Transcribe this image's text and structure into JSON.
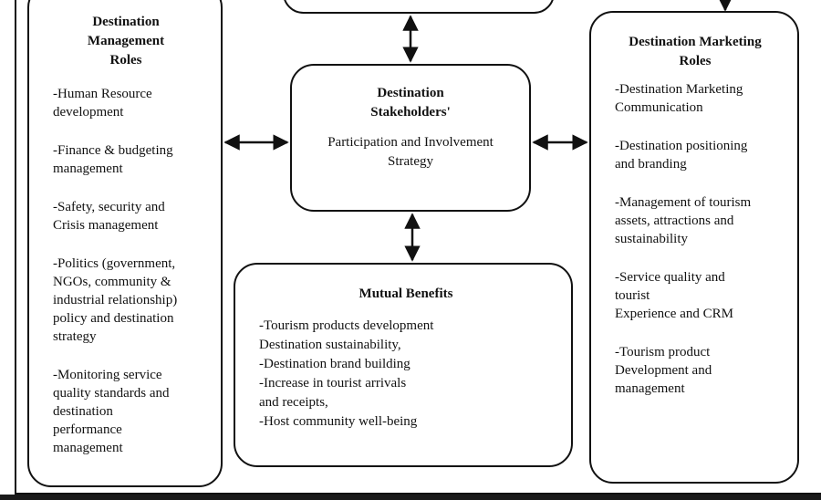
{
  "center": {
    "title": "Destination\nStakeholders'",
    "subtitle": "Participation and Involvement\nStrategy"
  },
  "left": {
    "title": "Destination\nManagement\nRoles",
    "items": [
      "-Human Resource\ndevelopment",
      "-Finance & budgeting\nmanagement",
      "-Safety, security and\nCrisis management",
      "-Politics (government,\nNGOs, community &\nindustrial relationship)\npolicy and destination\nstrategy",
      "-Monitoring service\nquality standards and\ndestination\nperformance\nmanagement"
    ]
  },
  "right": {
    "title": "Destination Marketing\nRoles",
    "items": [
      "-Destination Marketing\nCommunication",
      "-Destination positioning\nand branding",
      "-Management of tourism\nassets, attractions and\nsustainability",
      "-Service quality and\ntourist\nExperience and CRM",
      "-Tourism product\nDevelopment and\nmanagement"
    ]
  },
  "bottom": {
    "title": "Mutual Benefits",
    "items": [
      "-Tourism products development",
      "Destination sustainability,",
      "-Destination brand building",
      "-Increase in tourist arrivals",
      "and receipts,",
      "-Host community well-being"
    ]
  }
}
